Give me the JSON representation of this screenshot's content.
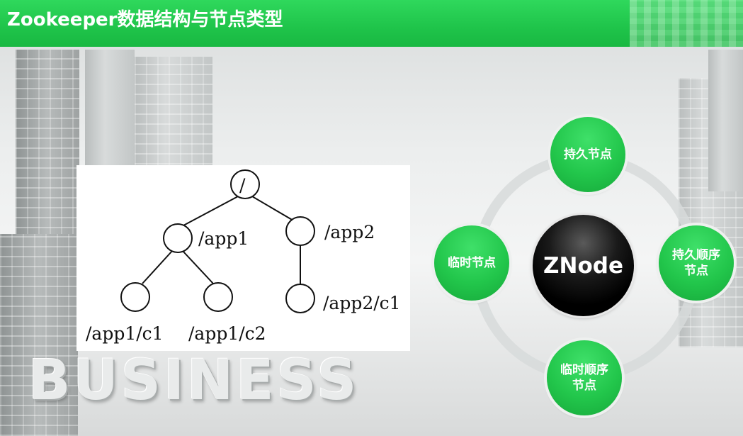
{
  "header": {
    "title": "Zookeeper数据结构与节点类型"
  },
  "background": {
    "watermark_text": "BUSINESS"
  },
  "tree": {
    "root": "/",
    "app1": "/app1",
    "app2": "/app2",
    "app1_c1": "/app1/c1",
    "app1_c2": "/app1/c2",
    "app2_c1": "/app2/c1"
  },
  "znode_diagram": {
    "center": "ZNode",
    "persistent": "持久节点",
    "persistent_sequential": "持久顺序节点",
    "ephemeral": "临时节点",
    "ephemeral_sequential": "临时顺序节点"
  },
  "colors": {
    "accent_green": "#1fc44a",
    "znode_black": "#000000",
    "background_gray": "#eceeee"
  }
}
